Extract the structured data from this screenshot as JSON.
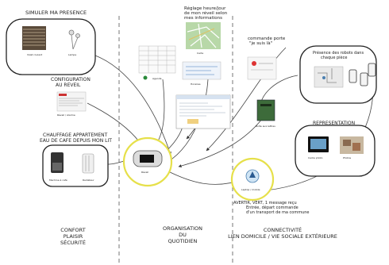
{
  "notes": {
    "top_left": "SIMULER MA PRESENCE",
    "reveil": "CONFIGURATION\nAU REVEIL",
    "chauffage": "CHAUFFAGE APPARTEMENT\nEAU DE CAFE DEPUIS MON LIT",
    "reglage": "Réglage heure/jour\nde mon réveil selon\nmes informations",
    "rue": "commande porte\n\"je suis là\"",
    "presence": "Présence des robots dans\nchaque pièce",
    "representation": "REPRESENTATION",
    "avertir": "AVERTIR, VERT, 1 message reçu\nEntrée, départ commande\nd'un transport de ma commune"
  },
  "categories": {
    "confort": "CONFORT\nPLAISIR\nSÉCURITÉ",
    "organisation": "ORGANISATION\nDU\nQUOTIDIEN",
    "connectivite": "CONNECTIVITÉ\nLIEN DOMICILE / VIE SOCIALE EXTÉRIEURE"
  },
  "captions": {
    "store": "Volet roulant",
    "lampe": "Lampe",
    "reveil_app": "Réveil / Alarme",
    "cafetiere": "Machine à café",
    "radiateur": "Radiateur",
    "device": "Réveil",
    "agenda": "Agenda",
    "horaires": "Horaires",
    "carte": "Carte",
    "boite": "Boîte aux lettres",
    "mobile": "Laptop / mobile",
    "tv": "Cadre photo",
    "photos": "Photos"
  },
  "colors": {
    "halo": "#e6e04a",
    "ink": "#222222",
    "map": "#b8d8a8",
    "green_box": "#3d6b3a"
  }
}
